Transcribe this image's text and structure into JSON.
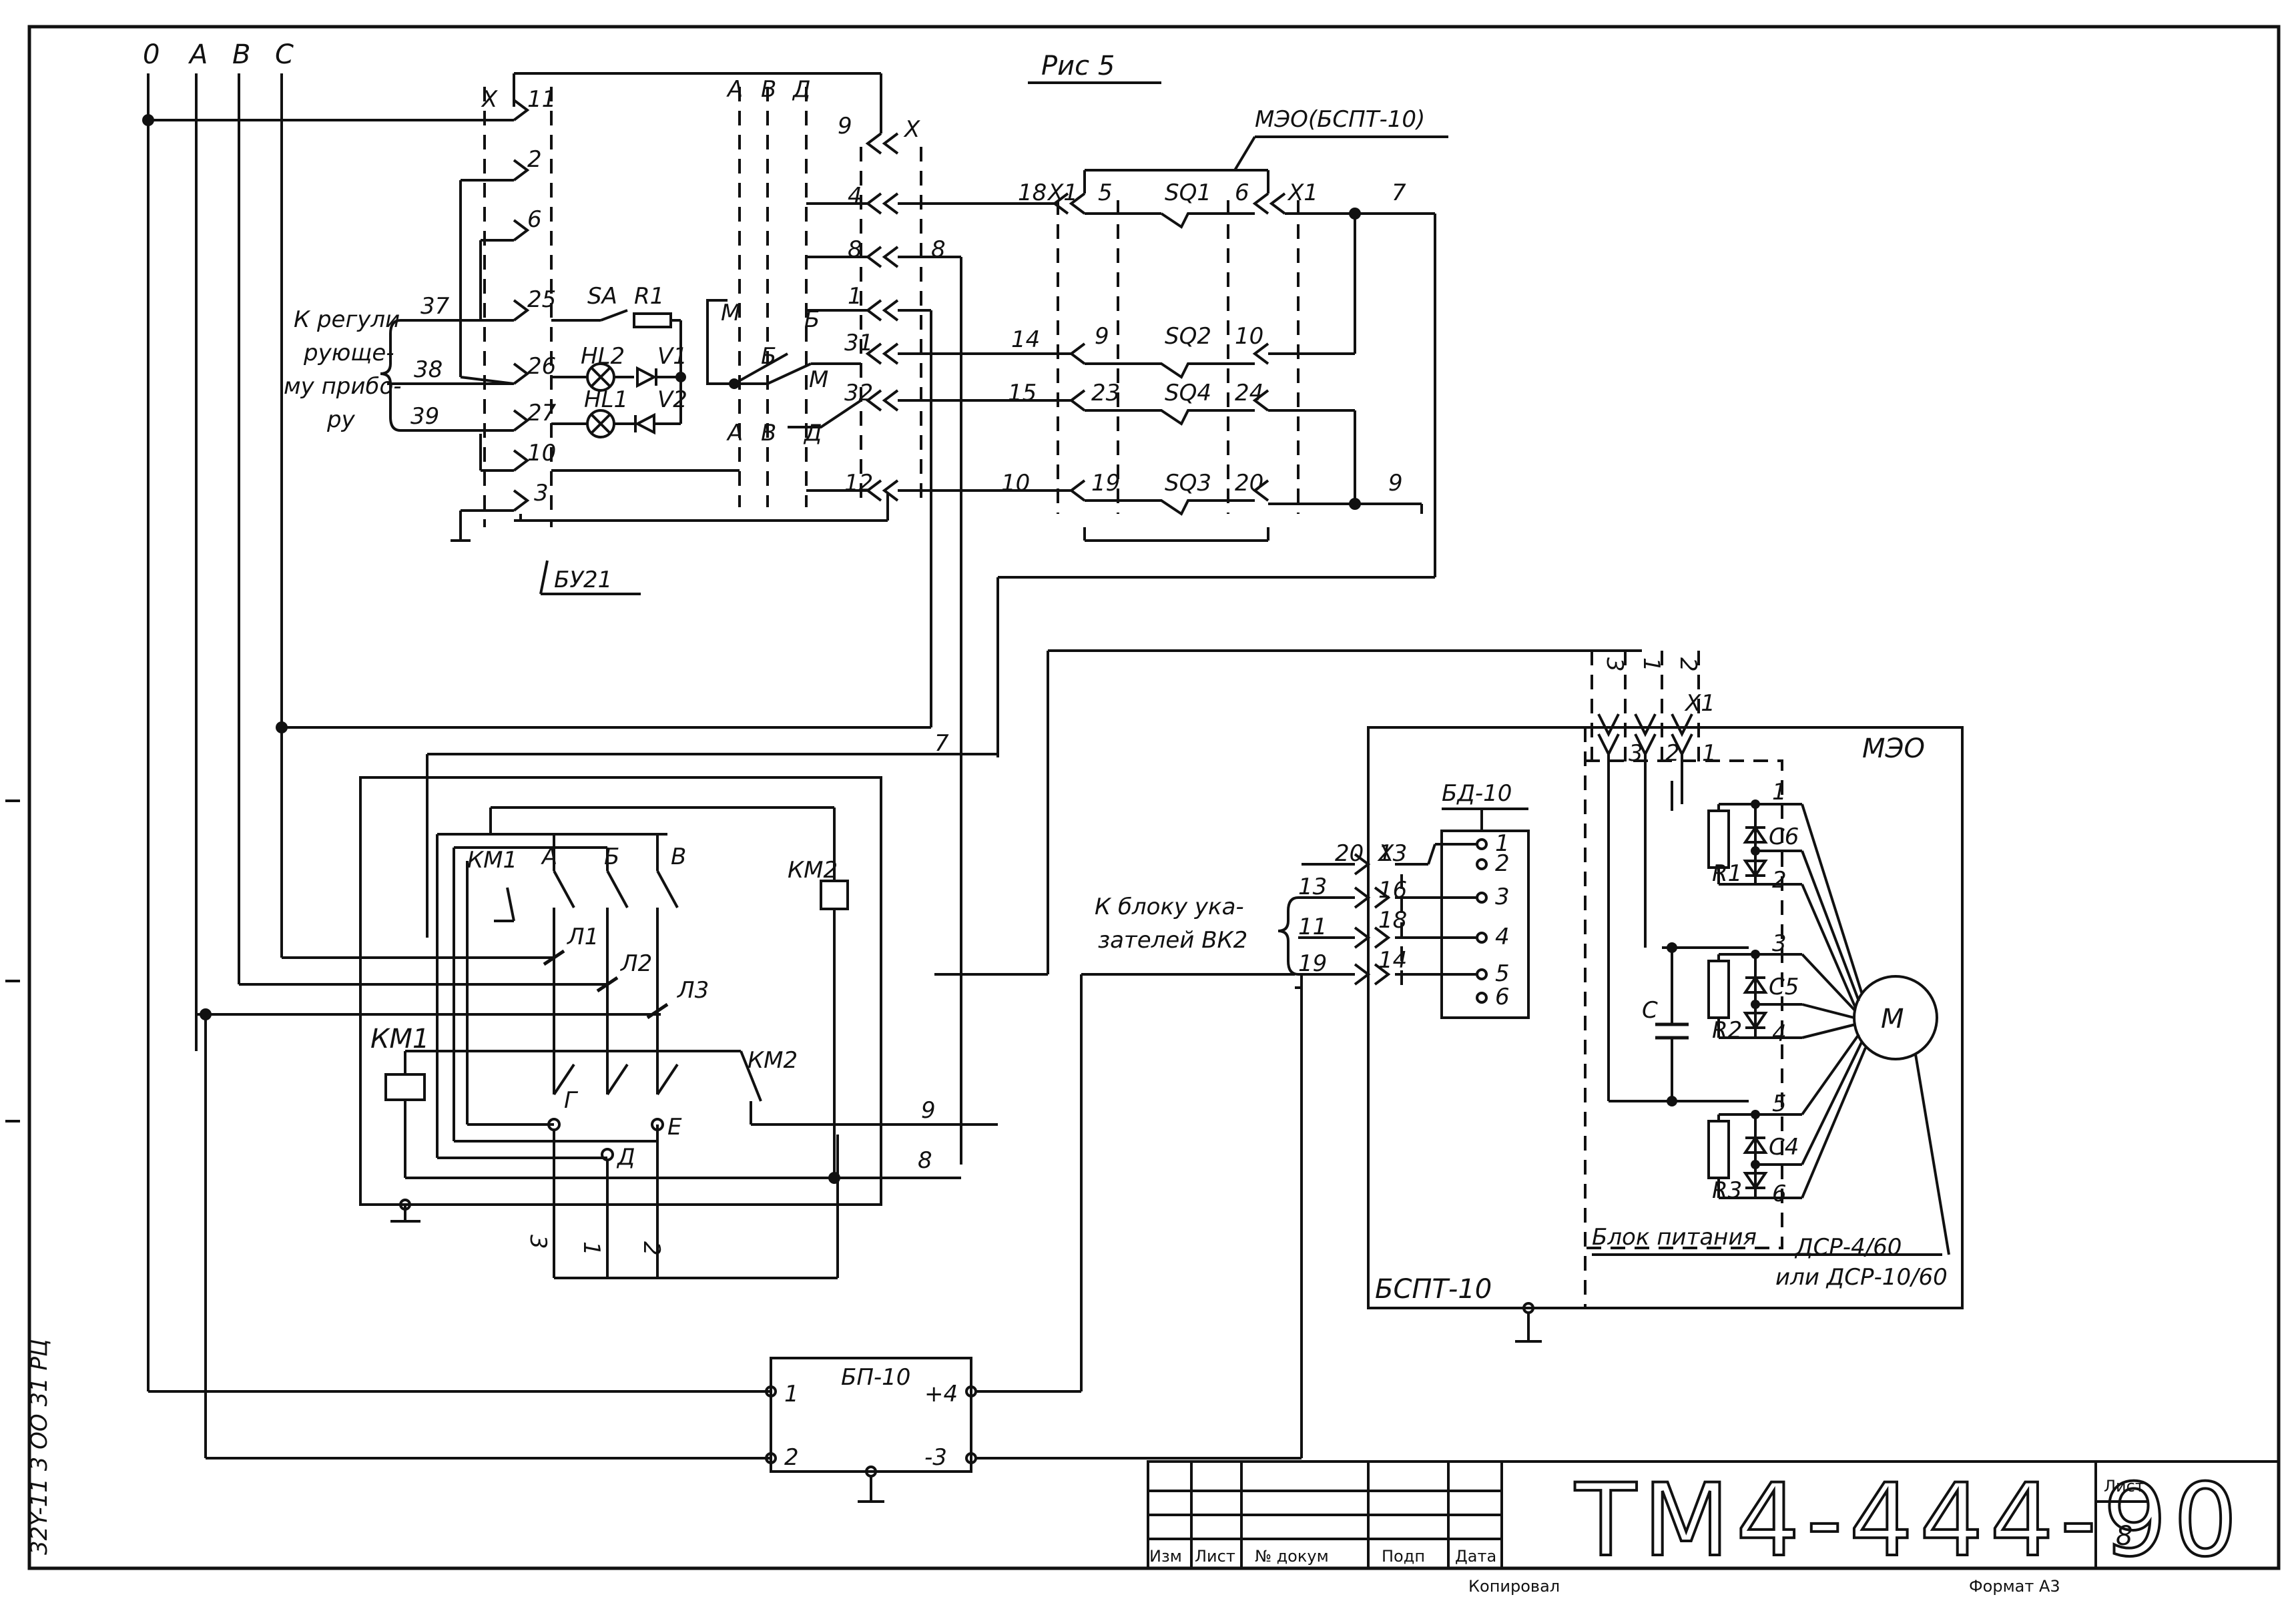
{
  "title": "Рис 5",
  "phases": [
    "0",
    "А",
    "В",
    "С"
  ],
  "blocks": {
    "meo_bspt": "МЭО(БСПТ-10)",
    "bu21": "БУ21",
    "bd10": "БД-10",
    "meo": "МЭО",
    "bspt": "БСПТ-10",
    "bp10": "БП-10",
    "power_supply": "Блок питания",
    "dsr_1": "ДСР-4/60",
    "dsr_2": "или ДСР-10/60"
  },
  "regulator_label": [
    "К регули-",
    "рующе-",
    "му прибо-",
    "ру"
  ],
  "regulator_wires": [
    "37",
    "38",
    "39"
  ],
  "bu21_pins": [
    "11",
    "2",
    "6",
    "25",
    "26",
    "27",
    "10",
    "3"
  ],
  "bu21_right_pins": [
    "9",
    "4",
    "8",
    "1",
    "31",
    "32",
    "12"
  ],
  "bu21_components": [
    "SA",
    "R1",
    "HL2",
    "V1",
    "HL1",
    "V2"
  ],
  "wire_numbers": [
    "18",
    "14",
    "15",
    "10",
    "8",
    "7",
    "9",
    "20"
  ],
  "meo_pins": [
    "5",
    "6",
    "9",
    "10",
    "23",
    "24",
    "19",
    "20"
  ],
  "limit_switches": [
    "SQ1",
    "SQ2",
    "SQ4",
    "SQ3"
  ],
  "x_marks": [
    "X",
    "X1",
    "X1",
    "X",
    "X1"
  ],
  "switch_letters": [
    "А",
    "В",
    "Д",
    "М",
    "Б",
    "М",
    "Б",
    "А",
    "В",
    "Д"
  ],
  "indicator_label": [
    "К блоку ука-",
    "зателей ВК2"
  ],
  "indicator_wires": [
    "13",
    "11",
    "19"
  ],
  "bd_pins": [
    "1",
    "2",
    "3",
    "4",
    "5",
    "6"
  ],
  "bspt_pins": [
    "13",
    "16",
    "18",
    "14"
  ],
  "contactor": {
    "km1": "КМ1",
    "km2": "КМ2",
    "contacts_top": [
      "А",
      "Б",
      "В"
    ],
    "contacts_bottom": [
      "Г",
      "Д",
      "Е"
    ],
    "fuses": [
      "Л1",
      "Л2",
      "Л3"
    ],
    "outputs": [
      "3",
      "1",
      "2"
    ],
    "wires": [
      "7",
      "9",
      "8"
    ]
  },
  "meo_internal": {
    "resistors": [
      "R1",
      "R2",
      "R3"
    ],
    "diodes": [
      "С6",
      "С5",
      "С4"
    ],
    "capacitor": "С",
    "terminals": [
      "1",
      "2",
      "3",
      "4",
      "5",
      "6"
    ],
    "motor": "М",
    "connector": [
      "3",
      "2",
      "1"
    ],
    "connector_top": [
      "3",
      "1",
      "2"
    ]
  },
  "bp10_pins": [
    "1",
    "2",
    "+4",
    "-3"
  ],
  "title_block": {
    "doc_number": "ТМ4-444-90",
    "sheet_label": "Лист",
    "sheet": "8",
    "cols": [
      "Изм",
      "Лист",
      "№ докум",
      "Подп",
      "Дата"
    ],
    "copied": "Копировал",
    "format": "Формат А3",
    "side_text": "32Y-11 3 ОО 31 РЦ"
  }
}
